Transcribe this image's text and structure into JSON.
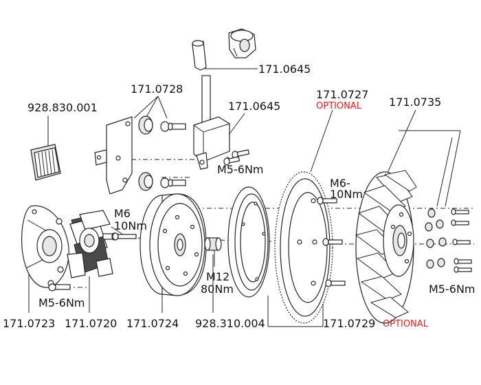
{
  "labels": {
    "l_0645_top": "171.0645",
    "l_0728": "171.0728",
    "l_928830": "928.830.001",
    "l_0645_mid": "171.0645",
    "l_m5_6nm_top": "M5-6Nm",
    "l_0727": "171.0727",
    "l_0727_opt": "OPTIONAL",
    "l_0735": "171.0735",
    "l_m6_10nm_right_a": "M6-",
    "l_m6_10nm_right_b": "10Nm",
    "l_m6_left_a": "M6",
    "l_m6_left_b": "10Nm",
    "l_m12_a": "M12",
    "l_m12_b": "80Nm",
    "l_m5_6nm_left": "M5-6Nm",
    "l_m5_6nm_right": "M5-6Nm",
    "l_0723": "171.0723",
    "l_0720": "171.0720",
    "l_0724": "171.0724",
    "l_928310": "928.310.004",
    "l_0729": "171.0729",
    "l_0729_opt": "OPTIONAL"
  },
  "colors": {
    "line": "#222222",
    "optional": "#d42020",
    "background": "#ffffff"
  }
}
